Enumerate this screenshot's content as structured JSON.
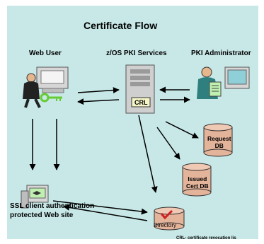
{
  "title": "Certificate Flow",
  "columns": {
    "web_user": "Web User",
    "pki_services": "z/OS PKI Services",
    "pki_admin": "PKI Administrator"
  },
  "crl_label": "CRL",
  "request_db": [
    "Request",
    "DB"
  ],
  "issued_db": [
    "Issued",
    "Cert DB"
  ],
  "ssl_site": [
    "SSL client authentication",
    "protected Web site"
  ],
  "directory_label": "Directory",
  "footnote": "CRL- certificate revocation lis",
  "colors": {
    "panel": "#c8e8e8",
    "cylinder": "#e3b39a",
    "monitor": "#d6d6d6",
    "key": "#66cc33"
  }
}
